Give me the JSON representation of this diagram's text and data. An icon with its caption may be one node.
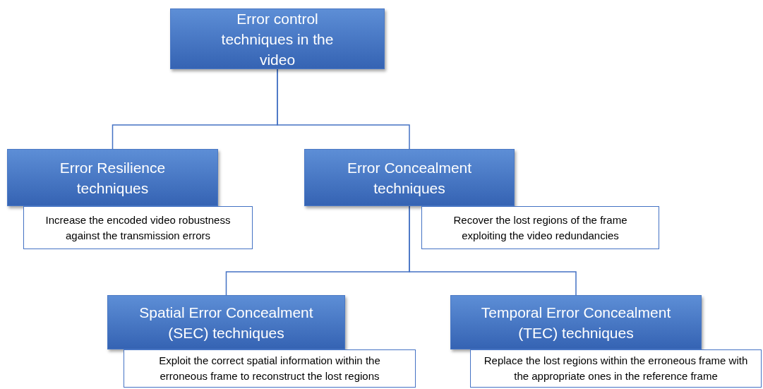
{
  "diagram": {
    "nodes": [
      {
        "text": [
          "Error control techniques in the video"
        ]
      },
      {
        "text": [
          "Error Resilience techniques"
        ]
      },
      {
        "text": [
          "Increase the encoded video robustness against the transmission errors"
        ]
      },
      {
        "text": [
          "Error Concealment techniques"
        ]
      },
      {
        "text": [
          "Recover the lost regions of the frame exploiting the video redundancies"
        ]
      },
      {
        "text": [
          "Spatial Error Concealment (SEC) techniques"
        ]
      },
      {
        "text": [
          "Exploit the correct spatial information within the erroneous frame to reconstruct the lost regions"
        ]
      },
      {
        "text": [
          "Temporal Error Concealment (TEC) techniques"
        ]
      },
      {
        "text": [
          "Replace the lost regions within the erroneous frame with the appropriate ones in the reference frame"
        ]
      }
    ],
    "edges": [
      {
        "from": 0,
        "to": 1,
        "arrow": "none"
      },
      {
        "from": 0,
        "to": 3,
        "arrow": "none"
      },
      {
        "from": 3,
        "to": 5,
        "arrow": "none"
      },
      {
        "from": 3,
        "to": 7,
        "arrow": "none"
      }
    ]
  }
}
